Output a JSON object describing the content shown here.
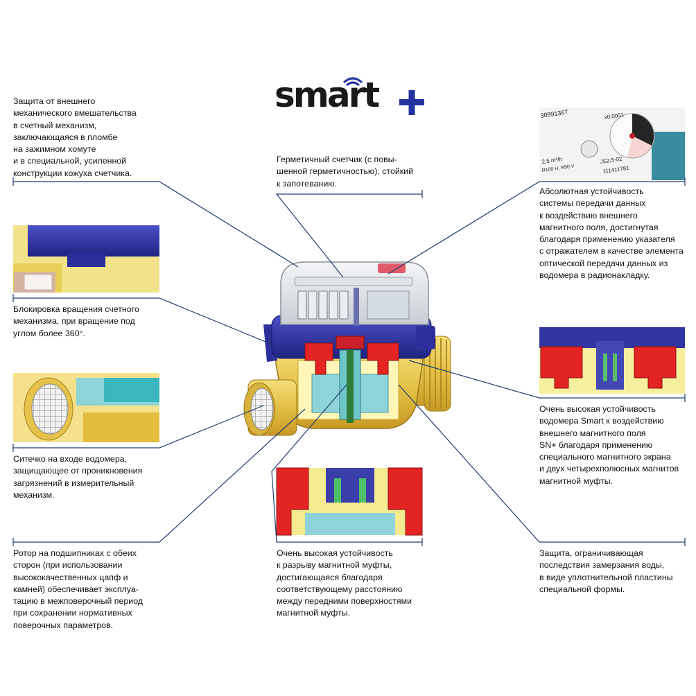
{
  "logo": {
    "text": "smart",
    "plus_color": "#2233a0",
    "wave_color": "#2233a0"
  },
  "colors": {
    "leader": "#1e3d73",
    "brass": "#e7c64f",
    "blue": "#2e2f9c",
    "red": "#e42323",
    "cyan": "#8ed3d8"
  },
  "callouts": {
    "housing_protection": "Защита от внешнего\nмеханического вмешательства\nв счетный механизм,\nзаключающаяся в пломбе\nна зажимном хомуте\nи в специальной, усиленной\nконструкции кожуха счетчика.",
    "sealed_counter": "Герметичный счетчик (с повы-\nшенной герметичностью), стойкий\nк запотеванию.",
    "magnetic_immunity": "Абсолютная устойчивость\nсистемы передачи данных\nк воздействию внешнего\nмагнитного поля, достигнутая\nблагодаря применению указателя\nс отражателем в качестве элемента\nоптической передачи данных из\nводомера в радионакладку.",
    "rotation_lock": "Блокировка вращения счетного\nмеханизма, при вращение под\nуглом более 360°.",
    "inlet_strainer": "Ситечко на входе водомера,\nзащищающее от проникновения\nзагрязнений в измерительный\nмеханизм.",
    "rotor_bearings": "Ротор на подшипниках с обеих\nсторон (при использовании\nвысококачественных цапф и\nкамней) обеспечивает эксплуа-\nтацию в межповерочный период\nпри сохранении нормативных\nповерочных параметров.",
    "coupling_break": "Очень высокая устойчивость\nк разрыву магнитной муфты,\nдостигающаяся благодаря\nсоответствующему расстоянию\nмежду передними поверхностями\nмагнитной муфты.",
    "magnetic_shield": "Очень высокая устойчивость\nводомера Smart к воздействию\nвнешнего магнитного поля\nSN+ благодаря применению\nспециального магнитного экрана\nи двух четырехполюсных магнитов\nмагнитной муфты.",
    "freeze_protection": "Защита, ограничивающая\nпоследствия замерзания воды,\nв виде уплотнительной пластины\nспециальной формы."
  },
  "dial_labels": {
    "serial_top": "30991367",
    "multiplier": "x0,0001",
    "flow": "2,5 m³/h",
    "ratio": "R100 H, R50 V",
    "model": "JS2,5-02",
    "serial_bottom": "111411781"
  }
}
